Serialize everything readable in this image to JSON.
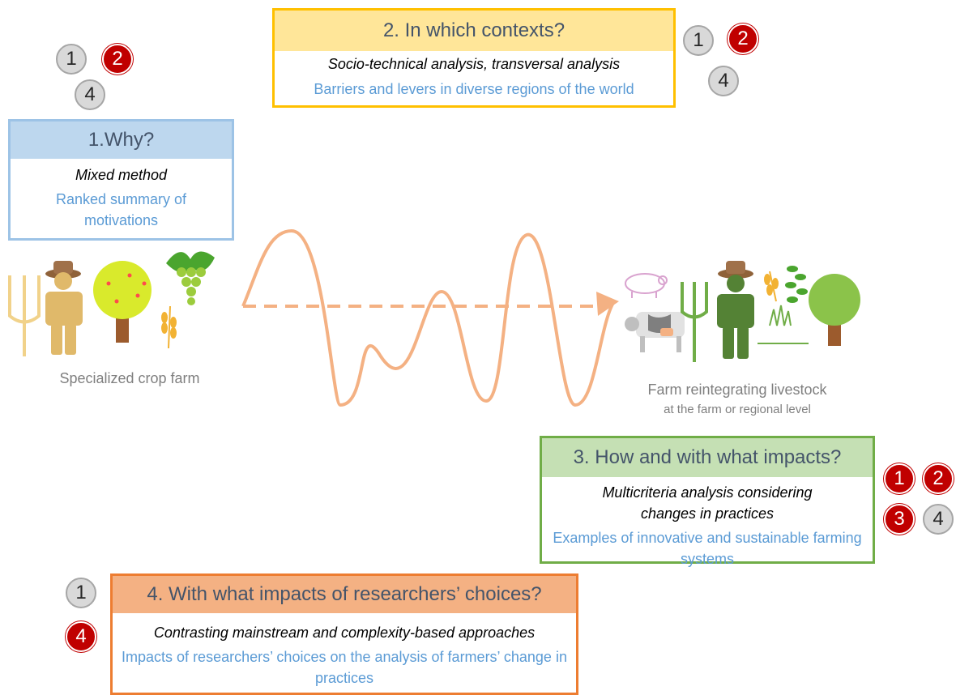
{
  "boxes": {
    "why": {
      "title": "1.Why?",
      "method": "Mixed method",
      "result": "Ranked summary of motivations",
      "header_color": "#bdd7ee",
      "border_color": "#9dc3e6"
    },
    "contexts": {
      "title": "2. In which contexts?",
      "method": "Socio-technical analysis, transversal analysis",
      "result": "Barriers and levers in diverse regions of the world",
      "header_color": "#ffe699",
      "border_color": "#ffc000"
    },
    "how": {
      "title": "3. How and with what impacts?",
      "method": "Multicriteria analysis considering changes in practices",
      "result": "Examples of innovative and sustainable farming systems",
      "header_color": "#c5e0b4",
      "border_color": "#70ad47"
    },
    "researchers": {
      "title": "4. With what impacts of researchers’ choices?",
      "method": "Contrasting mainstream and complexity-based approaches",
      "result": "Impacts of researchers’ choices on the analysis of farmers’ change in practices",
      "header_color": "#f4b183",
      "border_color": "#ed7d31"
    }
  },
  "badges": {
    "why": [
      {
        "label": "1",
        "style": "grey"
      },
      {
        "label": "2",
        "style": "red"
      },
      {
        "label": "4",
        "style": "grey"
      }
    ],
    "contexts": [
      {
        "label": "1",
        "style": "grey"
      },
      {
        "label": "2",
        "style": "red"
      },
      {
        "label": "4",
        "style": "grey"
      }
    ],
    "how": [
      {
        "label": "1",
        "style": "red"
      },
      {
        "label": "2",
        "style": "red"
      },
      {
        "label": "3",
        "style": "red"
      },
      {
        "label": "4",
        "style": "grey"
      }
    ],
    "researchers": [
      {
        "label": "1",
        "style": "grey"
      },
      {
        "label": "4",
        "style": "red"
      }
    ]
  },
  "farms": {
    "specialized": {
      "caption": "Specialized crop farm"
    },
    "reintegrating": {
      "caption": "Farm reintegrating livestock",
      "subcaption": "at the farm or regional level"
    }
  },
  "colors": {
    "wave": "#f4b183",
    "badge_red": "#c00000",
    "badge_grey": "#d9d9d9",
    "method_text": "#000000",
    "result_text": "#5b9bd5",
    "header_text": "#44546a",
    "caption_text": "#7f7f7f"
  },
  "icons": {
    "specialized_farm": [
      "pitchfork-icon",
      "farmer-icon",
      "fruit-tree-icon",
      "grapes-icon",
      "wheat-icon"
    ],
    "reintegrating_farm": [
      "pig-icon",
      "cow-icon",
      "pitchfork-icon",
      "farmer-icon",
      "wheat-icon",
      "legume-icon",
      "grass-icon",
      "tree-icon"
    ]
  }
}
